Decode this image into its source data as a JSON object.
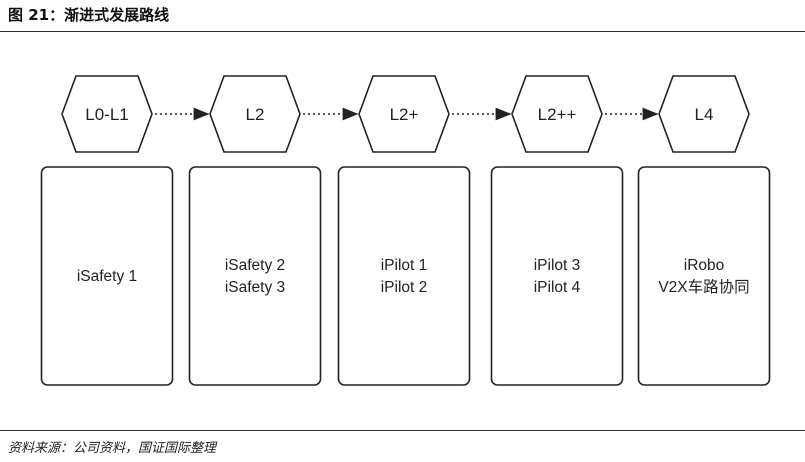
{
  "title": "图 21：渐进式发展路线",
  "source": "资料来源：公司资料，国证国际整理",
  "stages": [
    {
      "label": "L0-L1",
      "items": [
        "iSafety 1"
      ]
    },
    {
      "label": "L2",
      "items": [
        "iSafety 2",
        "iSafety 3"
      ]
    },
    {
      "label": "L2+",
      "items": [
        "iPilot 1",
        "iPilot 2"
      ]
    },
    {
      "label": "L2++",
      "items": [
        "iPilot 3",
        "iPilot 4"
      ]
    },
    {
      "label": "L4",
      "items": [
        "iRobo",
        "V2X车路协同"
      ]
    }
  ]
}
